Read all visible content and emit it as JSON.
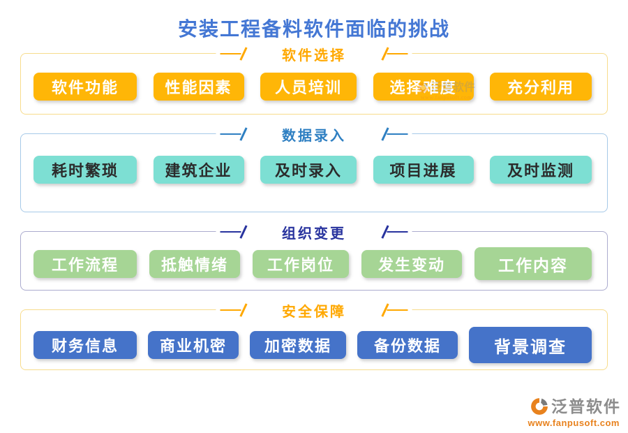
{
  "page": {
    "title": "安装工程备料软件面临的挑战",
    "title_color": "#4477d4"
  },
  "sections": [
    {
      "title": "软件选择",
      "accent": "#ffa800",
      "box_border": "#f7dc8c",
      "button_bg": "#ffb607",
      "button_color": "#ffffff",
      "items": [
        "软件功能",
        "性能因素",
        "人员培训",
        "选择难度",
        "充分利用"
      ]
    },
    {
      "title": "数据录入",
      "accent": "#2e7fc2",
      "box_border": "#a6c9e8",
      "button_bg": "#7ddfd3",
      "button_color": "#2b2b2b",
      "items": [
        "耗时繁琐",
        "建筑企业",
        "及时录入",
        "项目进展",
        "及时监测"
      ]
    },
    {
      "title": "组织变更",
      "accent": "#28339e",
      "box_border": "#ababce",
      "button_bg": "#a6d595",
      "button_color": "#ffffff",
      "items": [
        "工作流程",
        "抵触情绪",
        "工作岗位",
        "发生变动",
        "工作内容"
      ]
    },
    {
      "title": "安全保障",
      "accent": "#ffa800",
      "box_border": "#f7dc8c",
      "button_bg": "#4573c9",
      "button_color": "#ffffff",
      "items": [
        "财务信息",
        "商业机密",
        "加密数据",
        "备份数据",
        "背景调查"
      ]
    }
  ],
  "watermark": {
    "brand": "泛普软件",
    "url": "www.fanpusoft.com",
    "brand_color": "#8c8c8c",
    "url_color": "#e8821e",
    "logo_orange": "#e8821e",
    "logo_gray": "#7a7a7a"
  }
}
